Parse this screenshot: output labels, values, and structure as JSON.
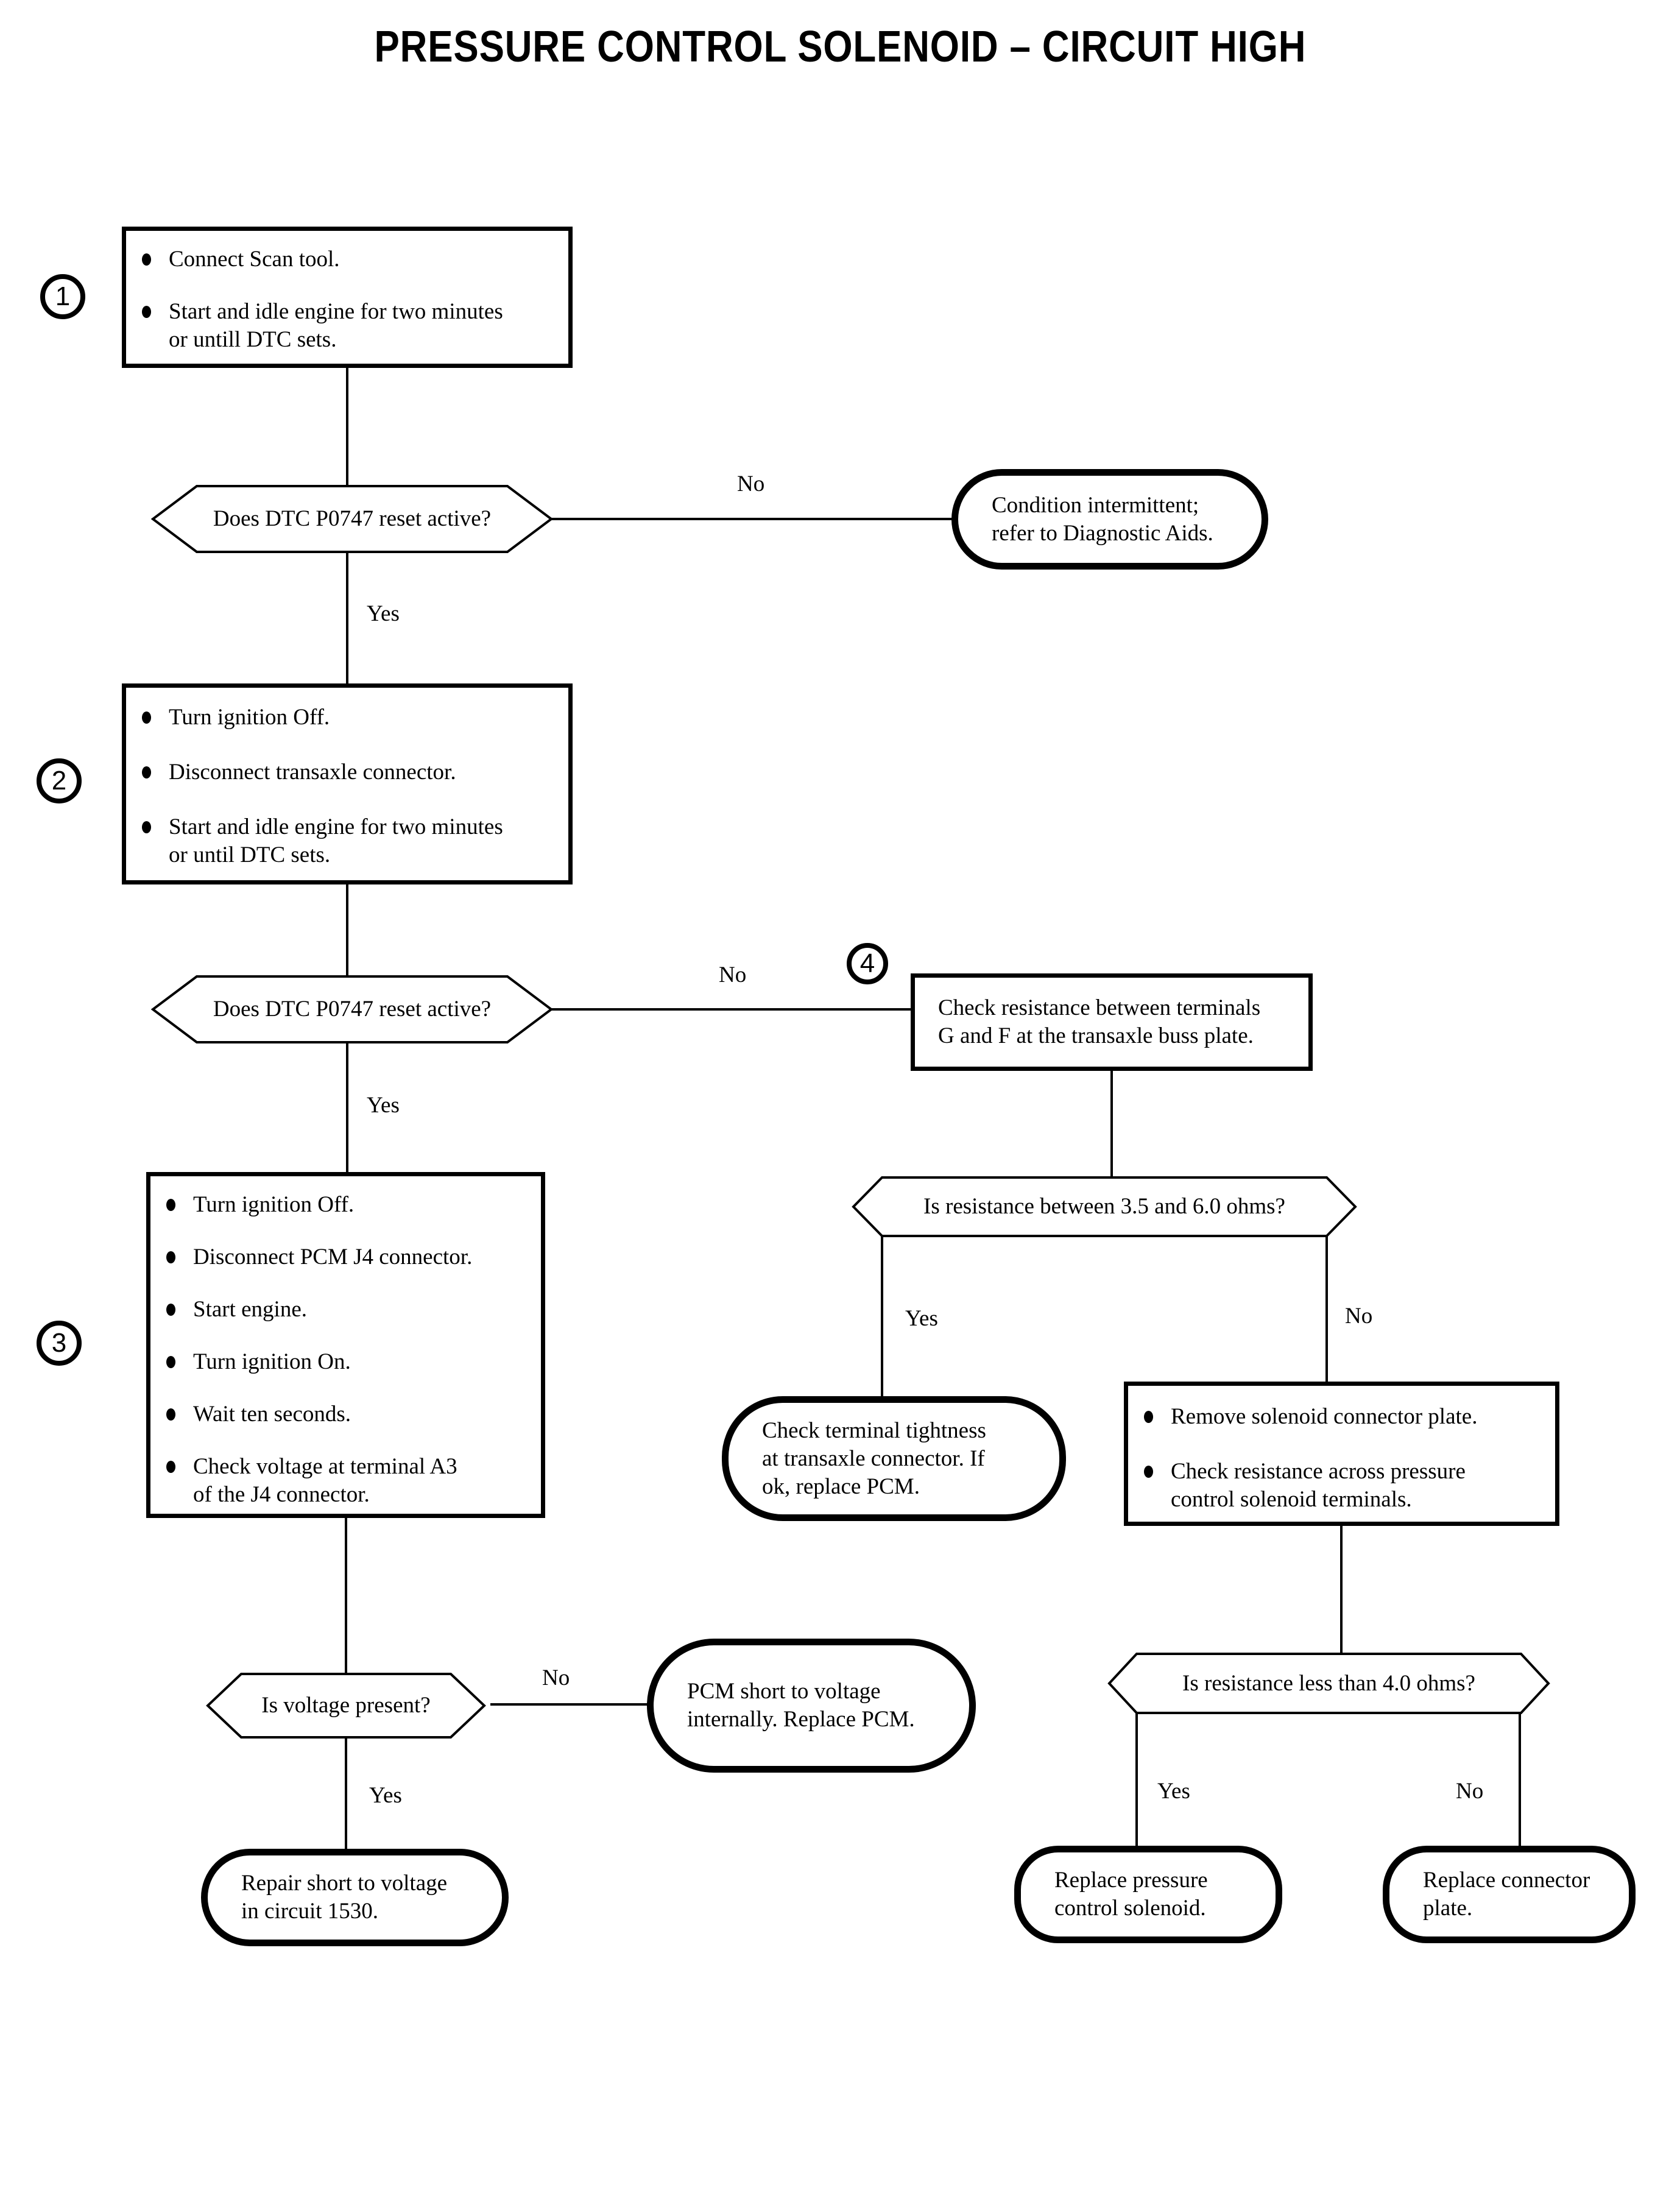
{
  "title": "PRESSURE CONTROL SOLENOID – CIRCUIT HIGH",
  "labels": {
    "yes": "Yes",
    "no": "No"
  },
  "step_markers": {
    "s1": "1",
    "s2": "2",
    "s3": "3",
    "s4": "4"
  },
  "boxes": {
    "box1": {
      "items": [
        "Connect Scan tool.",
        "Start and idle engine for two minutes\nor untill DTC sets."
      ]
    },
    "box2": {
      "items": [
        "Turn ignition Off.",
        "Disconnect transaxle connector.",
        "Start and idle engine for two minutes\nor until DTC sets."
      ]
    },
    "box3": {
      "items": [
        "Turn ignition Off.",
        "Disconnect PCM J4 connector.",
        "Start engine.",
        "Turn ignition On.",
        "Wait ten seconds.",
        "Check voltage at terminal A3\nof the J4 connector."
      ]
    },
    "box4": {
      "text": "Check resistance between terminals\nG and F at the transaxle buss plate."
    },
    "box5": {
      "items": [
        "Remove solenoid connector plate.",
        "Check resistance across pressure\ncontrol solenoid terminals."
      ]
    }
  },
  "decisions": {
    "d1": "Does DTC P0747 reset active?",
    "d2": "Does DTC P0747 reset active?",
    "d3": "Is resistance between 3.5 and 6.0 ohms?",
    "d4": "Is voltage present?",
    "d5": "Is resistance less than 4.0 ohms?"
  },
  "terminals": {
    "condition_intermittent": "Condition intermittent;\nrefer to Diagnostic Aids.",
    "check_tightness": "Check terminal tightness\nat transaxle connector. If\nok, replace PCM.",
    "pcm_short": "PCM short to voltage\ninternally. Replace PCM.",
    "repair_short": "Repair short to voltage\nin circuit 1530.",
    "replace_solenoid": "Replace pressure\ncontrol solenoid.",
    "replace_plate": "Replace connector\nplate."
  }
}
